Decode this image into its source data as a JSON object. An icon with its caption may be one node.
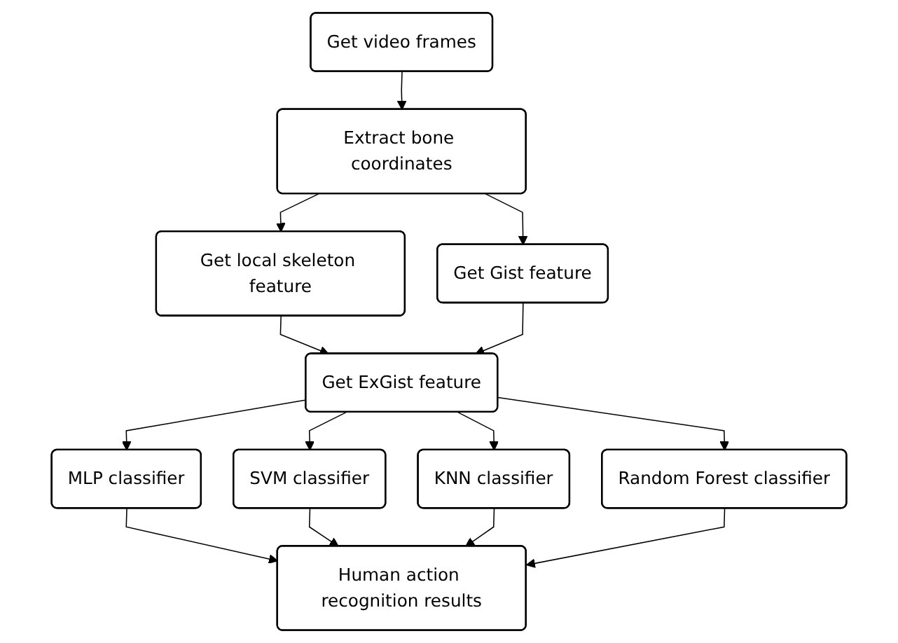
{
  "diagram": {
    "nodes": [
      {
        "text": [
          "Get video frames"
        ]
      },
      {
        "text": [
          "Extract bone coordinates"
        ]
      },
      {
        "text": [
          "Get local skeleton feature"
        ]
      },
      {
        "text": [
          "Get Gist feature"
        ]
      },
      {
        "text": [
          "Get ExGist feature"
        ]
      },
      {
        "text": [
          "MLP classifier"
        ]
      },
      {
        "text": [
          "SVM classifier"
        ]
      },
      {
        "text": [
          "KNN classifier"
        ]
      },
      {
        "text": [
          "Random Forest classifier"
        ]
      },
      {
        "text": [
          "Human action recognition results"
        ]
      }
    ],
    "edges": [
      {
        "from": 0,
        "to": 1,
        "arrow": "to"
      },
      {
        "from": 1,
        "to": 2,
        "arrow": "to"
      },
      {
        "from": 1,
        "to": 3,
        "arrow": "to"
      },
      {
        "from": 2,
        "to": 4,
        "arrow": "to"
      },
      {
        "from": 3,
        "to": 4,
        "arrow": "to"
      },
      {
        "from": 4,
        "to": 5,
        "arrow": "to"
      },
      {
        "from": 4,
        "to": 6,
        "arrow": "to"
      },
      {
        "from": 4,
        "to": 7,
        "arrow": "to"
      },
      {
        "from": 4,
        "to": 8,
        "arrow": "to"
      },
      {
        "from": 5,
        "to": 9,
        "arrow": "to"
      },
      {
        "from": 6,
        "to": 9,
        "arrow": "to"
      },
      {
        "from": 7,
        "to": 9,
        "arrow": "to"
      },
      {
        "from": 8,
        "to": 9,
        "arrow": "to"
      }
    ]
  }
}
